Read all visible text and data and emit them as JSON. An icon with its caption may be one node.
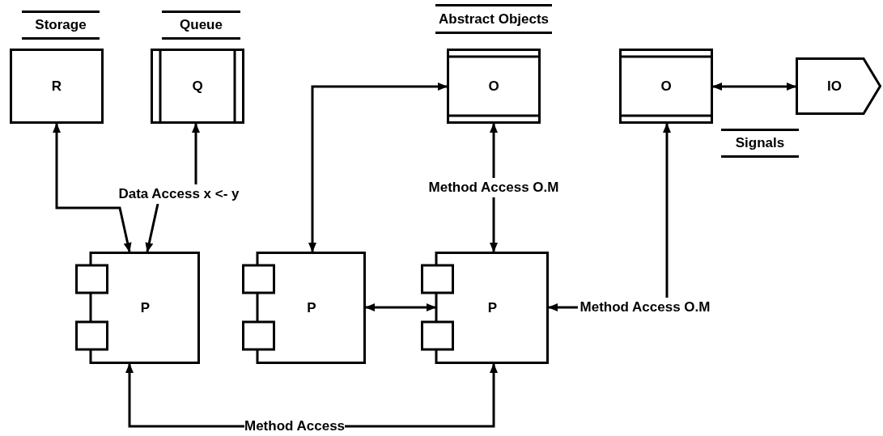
{
  "diagram": {
    "nodes": [
      {
        "text": [
          "R"
        ],
        "beside": [
          "Storage"
        ]
      },
      {
        "text": [
          "Q"
        ],
        "beside": [
          "Queue"
        ]
      },
      {
        "text": [
          "O"
        ],
        "beside": [
          "Abstract Objects"
        ]
      },
      {
        "text": [
          "O"
        ]
      },
      {
        "text": [
          "IO"
        ]
      },
      {
        "text": [
          "Data Access x <- y"
        ]
      },
      {
        "text": [
          "Method Access O.M"
        ]
      },
      {
        "text": [
          "P"
        ]
      },
      {
        "text": [
          "P"
        ]
      },
      {
        "text": [
          "P"
        ]
      },
      {
        "text": [
          "Method Access O.M"
        ]
      },
      {
        "text": [
          "Method Access"
        ]
      }
    ],
    "edges": [
      {
        "from": 7,
        "to": 0,
        "arrow": "both"
      },
      {
        "from": 5,
        "to": 1,
        "arrow": "to"
      },
      {
        "from": 5,
        "to": 7,
        "arrow": "to"
      },
      {
        "from": 8,
        "to": 2,
        "arrow": "both"
      },
      {
        "from": 6,
        "to": 2,
        "arrow": "to"
      },
      {
        "from": 6,
        "to": 9,
        "arrow": "to"
      },
      {
        "from": 8,
        "to": 9,
        "arrow": "both"
      },
      {
        "from": 3,
        "to": 4,
        "arrow": "both",
        "label": "Signals"
      },
      {
        "from": 10,
        "to": 9,
        "arrow": "to"
      },
      {
        "from": 10,
        "to": 3,
        "arrow": "to"
      },
      {
        "from": 11,
        "to": 7,
        "arrow": "to"
      },
      {
        "from": 11,
        "to": 9,
        "arrow": "to"
      }
    ]
  }
}
